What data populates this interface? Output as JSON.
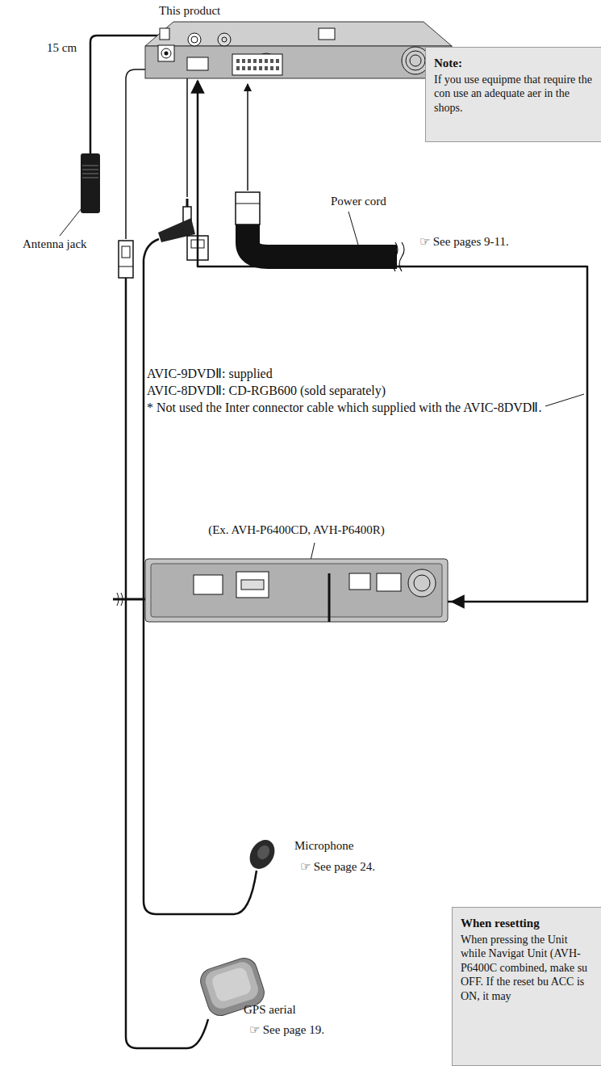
{
  "diagram": {
    "nodes": [
      {
        "text": [
          "This product"
        ]
      },
      {
        "text": [
          "Note:",
          "If you use equipme that require the con use an adequate aer in the shops."
        ]
      },
      {
        "text": [
          "(Ex. AVH-P6400CD, AVH-P6400R)"
        ]
      },
      {
        "text": [
          "When resetting",
          "When pressing the Unit while Navigat Unit (AVH-P6400C combined, make su OFF. If the reset bu ACC is ON, it may"
        ]
      }
    ],
    "edges": [
      {
        "from": 0,
        "to": 2,
        "arrow": "both"
      }
    ],
    "labels": [
      "15 cm",
      "Antenna jack",
      "Power cord",
      "☞ See pages 9-11.",
      "AVIC-9DVDⅡ: supplied",
      "AVIC-8DVDⅡ: CD-RGB600 (sold separately)",
      "* Not used the Inter connector cable which supplied with the AVIC-8DVDⅡ.",
      "Microphone",
      "☞ See page 24.",
      "GPS aerial",
      "☞ See page 19."
    ]
  }
}
